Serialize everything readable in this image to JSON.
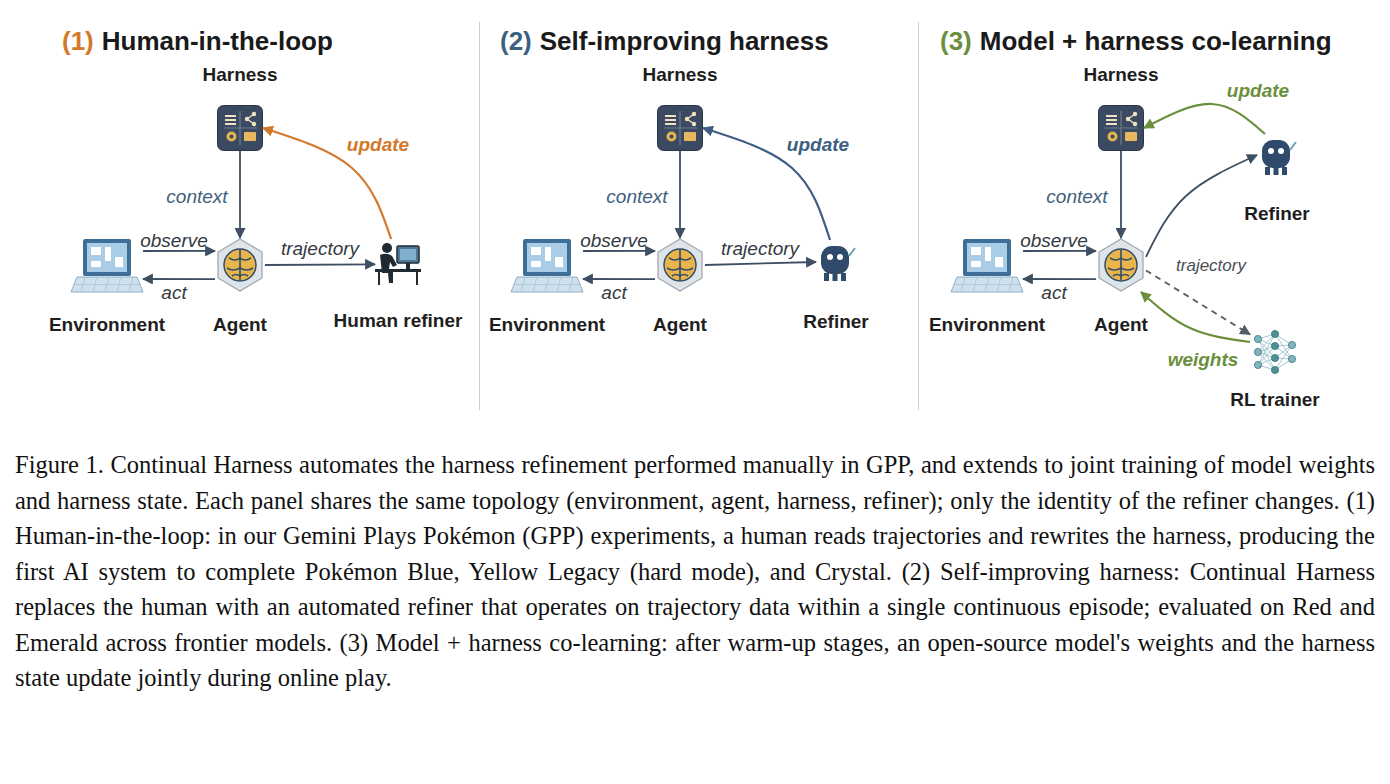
{
  "diagram": {
    "caption": "Figure 1. Continual Harness automates the harness refinement performed manually in GPP, and extends to joint training of model weights and harness state. Each panel shares the same topology (environment, agent, harness, refiner); only the identity of the refiner changes. (1) Human-in-the-loop: in our Gemini Plays Pokémon (GPP) experiments, a human reads trajectories and rewrites the harness, producing the first AI system to complete Pokémon Blue, Yellow Legacy (hard mode), and Crystal. (2) Self-improving harness: Continual Harness replaces the human with an automated refiner that operates on trajectory data within a single continuous episode; evaluated on Red and Emerald across frontier models. (3) Model + harness co-learning: after warm-up stages, an open-source model's weights and the harness state update jointly during online play.",
    "nodes": [
      {
        "text": [
          "Harness"
        ]
      },
      {
        "text": [
          "Environment"
        ]
      },
      {
        "text": [
          "Agent"
        ]
      },
      {
        "text": [
          "Human refiner"
        ]
      },
      {
        "text": [
          "Harness"
        ]
      },
      {
        "text": [
          "Environment"
        ]
      },
      {
        "text": [
          "Agent"
        ]
      },
      {
        "text": [
          "Refiner"
        ]
      },
      {
        "text": [
          "Harness"
        ]
      },
      {
        "text": [
          "Environment"
        ]
      },
      {
        "text": [
          "Agent"
        ]
      },
      {
        "text": [
          "Refiner"
        ]
      },
      {
        "text": [
          "RL trainer"
        ]
      }
    ],
    "edges": [
      {
        "from": 0,
        "to": 2,
        "label": "context",
        "arrow": "to"
      },
      {
        "from": 1,
        "to": 2,
        "label": "observe",
        "arrow": "to"
      },
      {
        "from": 2,
        "to": 1,
        "label": "act",
        "arrow": "to"
      },
      {
        "from": 2,
        "to": 3,
        "label": "trajectory",
        "arrow": "to"
      },
      {
        "from": 3,
        "to": 0,
        "label": "update",
        "arrow": "to"
      },
      {
        "from": 4,
        "to": 6,
        "label": "context",
        "arrow": "to"
      },
      {
        "from": 5,
        "to": 6,
        "label": "observe",
        "arrow": "to"
      },
      {
        "from": 6,
        "to": 5,
        "label": "act",
        "arrow": "to"
      },
      {
        "from": 6,
        "to": 7,
        "label": "trajectory",
        "arrow": "to"
      },
      {
        "from": 7,
        "to": 4,
        "label": "update",
        "arrow": "to"
      },
      {
        "from": 8,
        "to": 10,
        "label": "context",
        "arrow": "to"
      },
      {
        "from": 9,
        "to": 10,
        "label": "observe",
        "arrow": "to"
      },
      {
        "from": 10,
        "to": 9,
        "label": "act",
        "arrow": "to"
      },
      {
        "from": 10,
        "to": 11,
        "arrow": "to"
      },
      {
        "from": 10,
        "to": 12,
        "label": "trajectory",
        "arrow": "to"
      },
      {
        "from": 11,
        "to": 8,
        "label": "update",
        "arrow": "to"
      },
      {
        "from": 12,
        "to": 10,
        "label": "weights",
        "arrow": "to"
      }
    ],
    "labels": [
      "(1)",
      "Human-in-the-loop",
      "(2)",
      "Self-improving harness",
      "(3)",
      "Model + harness co-learning"
    ]
  }
}
